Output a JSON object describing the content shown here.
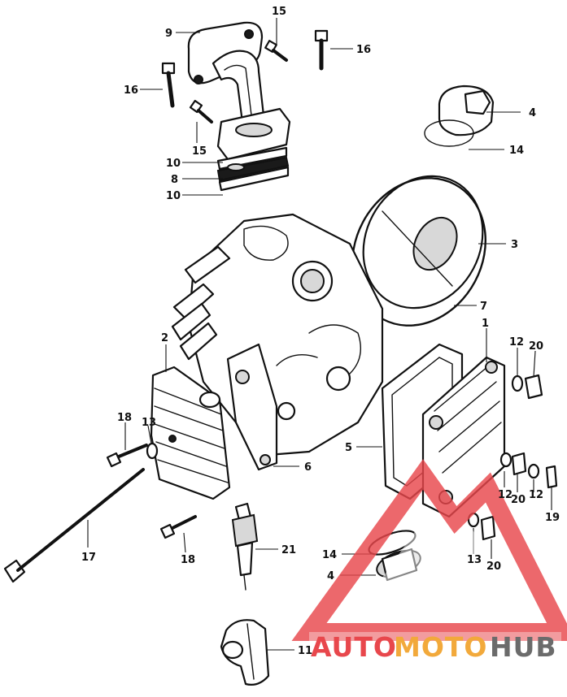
{
  "callouts": {
    "c1": "1",
    "c2": "2",
    "c3": "3",
    "c4a": "4",
    "c4b": "4",
    "c5": "5",
    "c6": "6",
    "c7": "7",
    "c8": "8",
    "c9": "9",
    "c10a": "10",
    "c10b": "10",
    "c11": "11",
    "c12a": "12",
    "c12b": "12",
    "c12c": "12",
    "c13a": "13",
    "c13b": "13",
    "c14a": "14",
    "c14b": "14",
    "c15a": "15",
    "c15b": "15",
    "c16a": "16",
    "c16b": "16",
    "c17": "17",
    "c18a": "18",
    "c18b": "18",
    "c19": "19",
    "c20a": "20",
    "c20b": "20",
    "c20c": "20",
    "c21": "21"
  },
  "watermark": {
    "auto": "AUTO",
    "moto": "MOTO",
    "hub": "HUB",
    "color_red": "#e8474c",
    "color_orange": "#f2a93b",
    "color_grey": "#6b6b6b"
  }
}
